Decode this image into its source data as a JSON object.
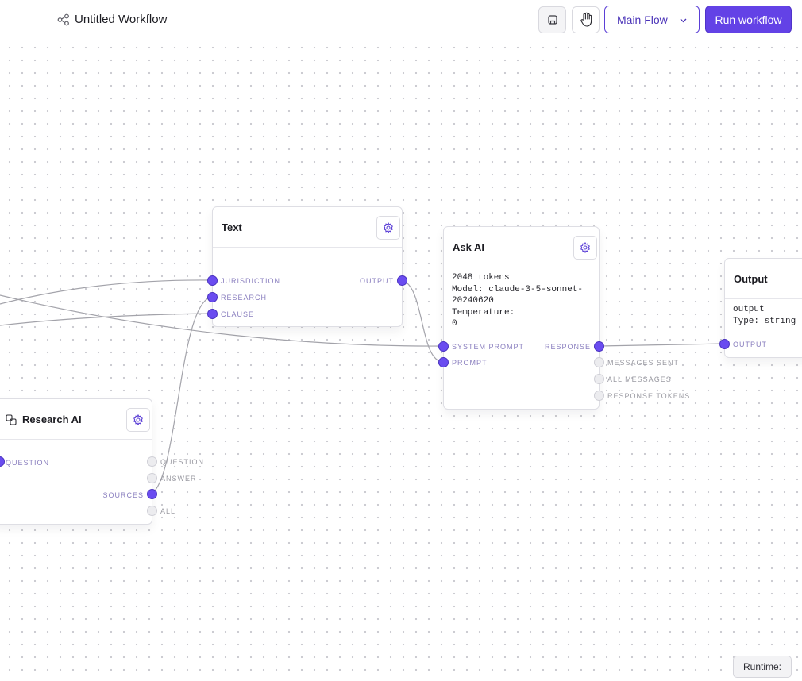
{
  "header": {
    "title": "Untitled Workflow",
    "flow_select_value": "Main Flow",
    "run_label": "Run workflow"
  },
  "nodes": {
    "text": {
      "title": "Text",
      "inputs": [
        "JURISDICTION",
        "RESEARCH",
        "CLAUSE"
      ],
      "outputs": [
        "OUTPUT"
      ]
    },
    "ask_ai": {
      "title": "Ask AI",
      "details": "2048 tokens\nModel: claude-3-5-sonnet-\n20240620\nTemperature:\n0",
      "inputs": [
        "SYSTEM PROMPT",
        "PROMPT"
      ],
      "outputs": [
        "RESPONSE",
        "MESSAGES SENT",
        "ALL MESSAGES",
        "RESPONSE TOKENS"
      ]
    },
    "output": {
      "title": "Output",
      "details": "output\nType: string",
      "inputs": [
        "OUTPUT"
      ]
    },
    "research_ai": {
      "title": "Research AI",
      "inputs": [
        "QUESTION"
      ],
      "outputs": [
        "QUESTION",
        "ANSWER",
        "SOURCES",
        "ALL"
      ]
    }
  },
  "footer": {
    "runtime_label": "Runtime:"
  },
  "colors": {
    "accent": "#6342e6",
    "port_connected": "#6a4cf0",
    "port_unconnected": "#ececef",
    "edge": "#9a9aa2"
  },
  "icons": {
    "workflow": "share-nodes-icon",
    "save": "save-icon",
    "pan": "hand-pointer-icon",
    "chevron": "chevron-down-icon",
    "settings": "gear-icon",
    "research": "research-copy-icon"
  }
}
